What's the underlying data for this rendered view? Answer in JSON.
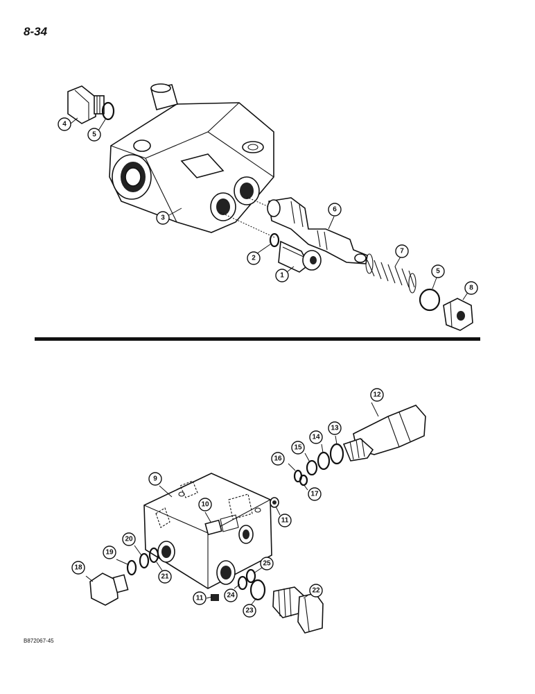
{
  "page_number": "8-34",
  "figure_code": "B872067-45",
  "top_assembly": {
    "callouts": [
      "1",
      "2",
      "3",
      "4",
      "5",
      "5",
      "6",
      "7",
      "8"
    ]
  },
  "bottom_assembly": {
    "callouts": [
      "9",
      "10",
      "11",
      "11",
      "12",
      "13",
      "14",
      "15",
      "16",
      "17",
      "18",
      "19",
      "20",
      "21",
      "22",
      "23",
      "24",
      "25"
    ]
  }
}
